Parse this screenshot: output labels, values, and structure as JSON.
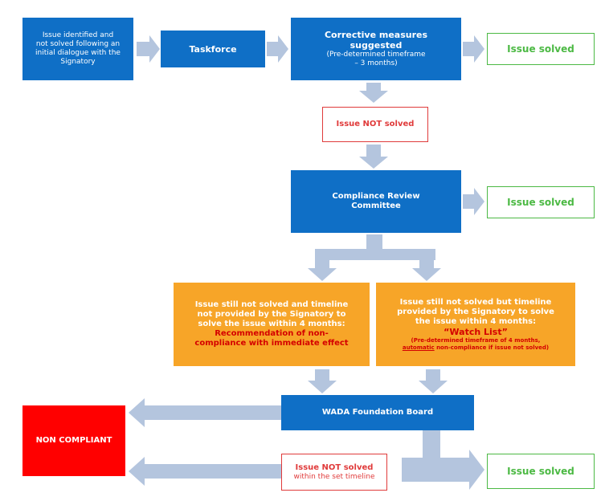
{
  "colors": {
    "blue": "#0F6FC6",
    "orange": "#F7A528",
    "red": "#FF0000",
    "green": "#4CB944",
    "arrow": "#B4C5DE"
  },
  "boxes": {
    "issue_identified": [
      "Issue identified and",
      "not solved following an",
      "initial dialogue with the",
      "Signatory"
    ],
    "taskforce": "Taskforce",
    "corrective_title": [
      "Corrective measures",
      "suggested"
    ],
    "corrective_sub": [
      "(Pre-determined  timeframe",
      "– 3 months)"
    ],
    "solved_1": "Issue solved",
    "not_solved_1": "Issue NOT solved",
    "crc": [
      "Compliance Review",
      "Committee"
    ],
    "solved_2": "Issue solved",
    "left_orange_main": [
      "Issue still not solved and timeline",
      "not provided by the Signatory to",
      "solve the issue within 4 months:"
    ],
    "left_orange_red": [
      "Recommendation of non-",
      "compliance with immediate effect"
    ],
    "right_orange_main": [
      "Issue still not solved but timeline",
      "provided by the Signatory to solve",
      "the issue within 4 months:"
    ],
    "watch_list": "“Watch List”",
    "watch_note_1": "(Pre-determined timeframe of 4 months,",
    "watch_note_2_underlined": "automatic",
    "watch_note_2_rest": " non-compliance if issue not solved)",
    "board": "WADA Foundation Board",
    "non_compliant": "NON COMPLIANT",
    "not_solved_2_title": "Issue NOT solved",
    "not_solved_2_sub": "within the set timeline",
    "solved_3": "Issue solved"
  }
}
